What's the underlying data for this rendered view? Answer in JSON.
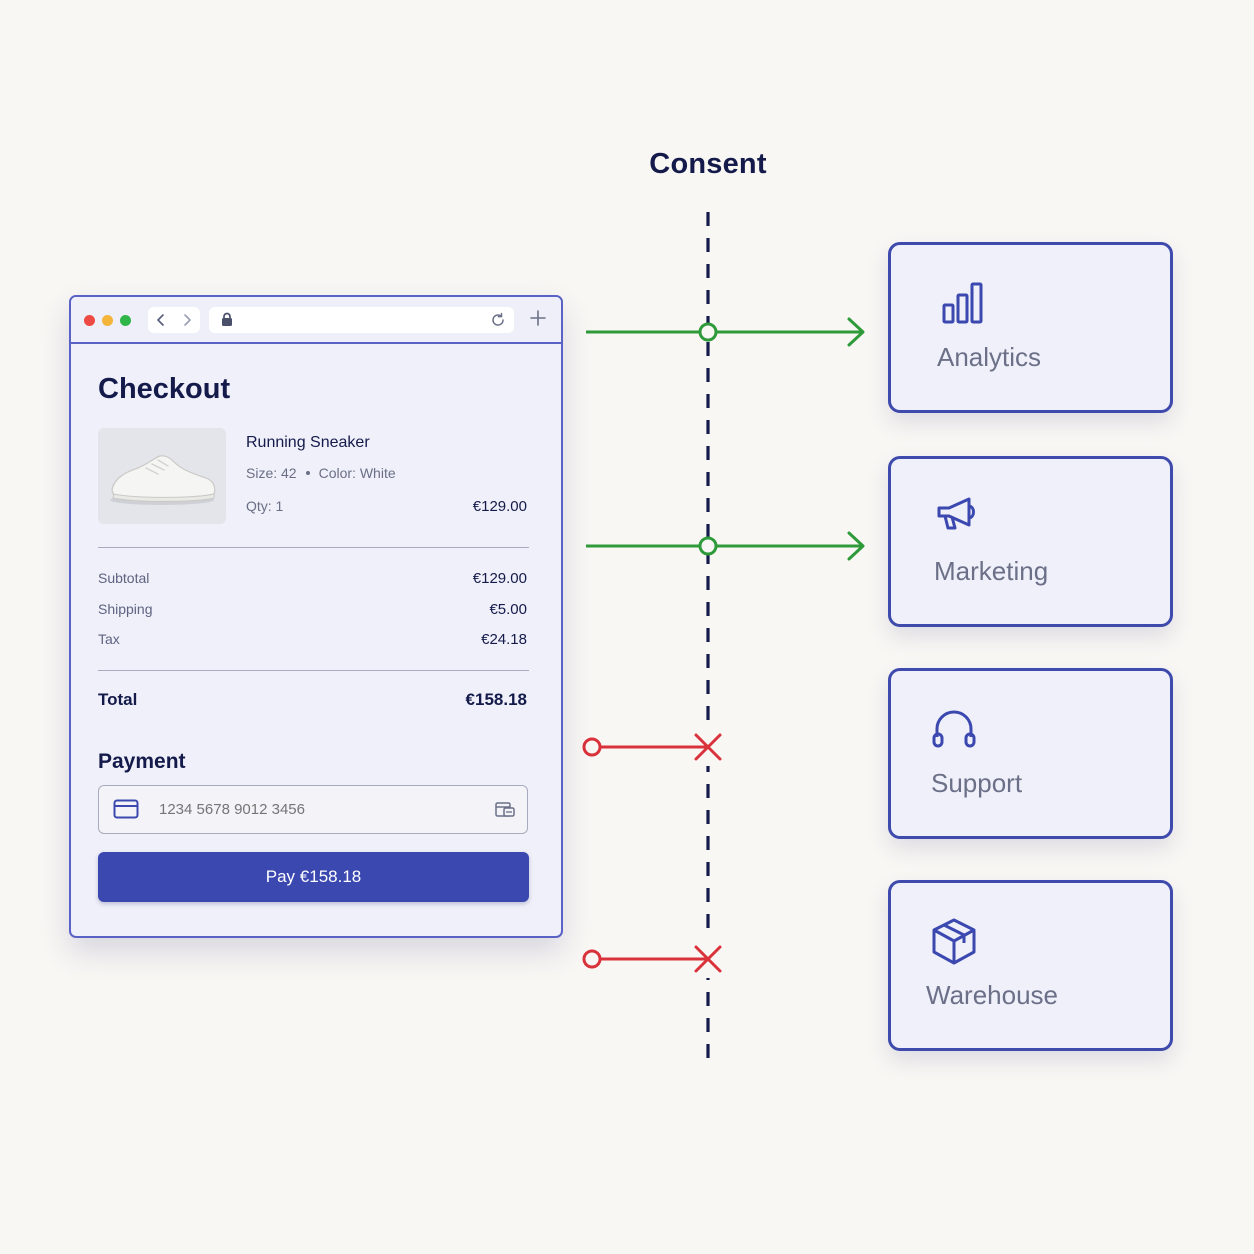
{
  "diagram": {
    "title": "Consent"
  },
  "checkout": {
    "title": "Checkout",
    "product": {
      "name": "Running Sneaker",
      "size": "Size: 42",
      "color": "Color: White",
      "qty": "Qty: 1",
      "price": "€129.00"
    },
    "summary": {
      "subtotal_label": "Subtotal",
      "subtotal_value": "€129.00",
      "shipping_label": "Shipping",
      "shipping_value": "€5.00",
      "tax_label": "Tax",
      "tax_value": "€24.18",
      "total_label": "Total",
      "total_value": "€158.18"
    },
    "payment": {
      "title": "Payment",
      "card_placeholder": "1234 5678 9012 3456",
      "pay_label": "Pay €158.18"
    }
  },
  "destinations": [
    {
      "label": "Analytics",
      "icon": "bar-chart-icon",
      "consent": "allowed"
    },
    {
      "label": "Marketing",
      "icon": "megaphone-icon",
      "consent": "allowed"
    },
    {
      "label": "Support",
      "icon": "headphones-icon",
      "consent": "blocked"
    },
    {
      "label": "Warehouse",
      "icon": "box-icon",
      "consent": "blocked"
    }
  ],
  "colors": {
    "accent": "#3b48b0",
    "allowed": "#2e9a3a",
    "blocked": "#d9323a",
    "text": "#141a4a"
  }
}
